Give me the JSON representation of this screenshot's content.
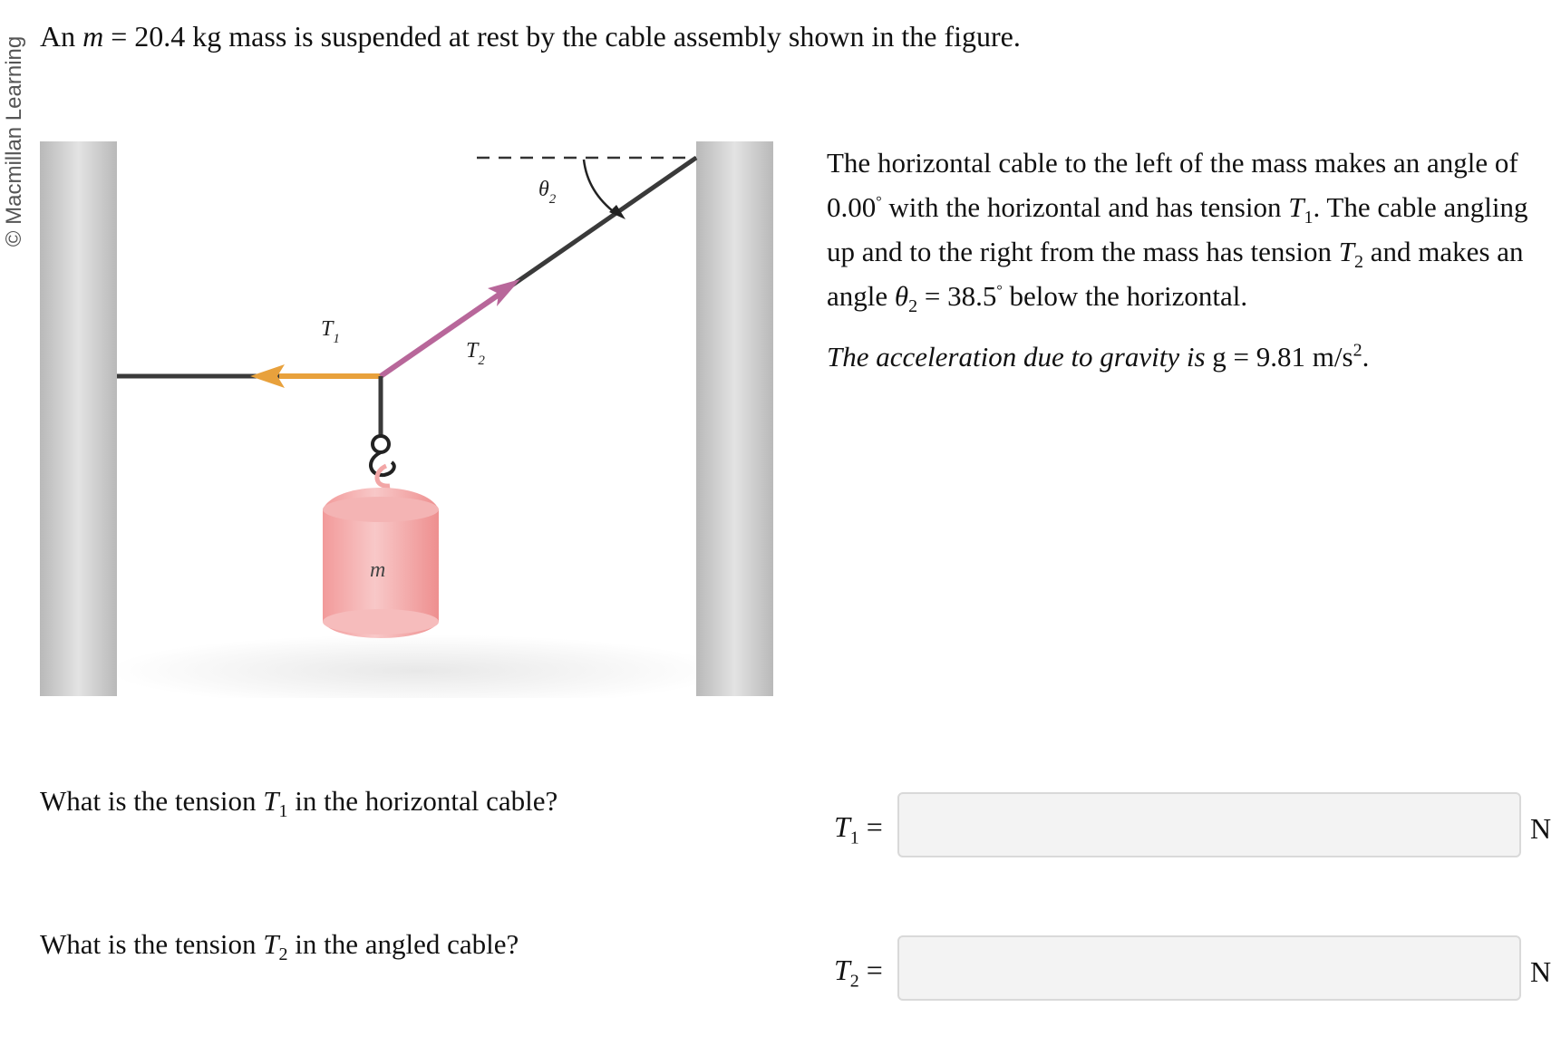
{
  "copyright": "© Macmillan Learning",
  "intro": {
    "prefix": "An",
    "mass_var": "m",
    "equals": " = ",
    "mass_value": "20.4",
    "rest": "kg mass is suspended at rest by the cable assembly shown in the figure."
  },
  "figure": {
    "label_t1": "T",
    "label_t1_sub": "1",
    "label_t2": "T",
    "label_t2_sub": "2",
    "label_theta": "θ",
    "label_theta_sub": "2",
    "label_mass": "m",
    "colors": {
      "wall": "#c4c4c4",
      "cable": "#3a3a3a",
      "t1_arrow": "#e8a13c",
      "t2_arrow": "#b8679a",
      "mass": "#f2a6a6"
    }
  },
  "description": {
    "p1_a": "The horizontal cable to the left of the mass makes an angle of",
    "angle1": "0.00",
    "p1_b": "with the horizontal and has tension",
    "t1": "T",
    "t1_sub": "1",
    "p1_c": ". The cable angling up and to the right from the mass has tension",
    "t2": "T",
    "t2_sub": "2",
    "p1_d": "and makes an angle",
    "theta": "θ",
    "theta_sub": "2",
    "equals": " = ",
    "angle2": "38.5",
    "p1_e": "below the horizontal.",
    "gravity_text": "The acceleration due to gravity is",
    "g_var": "g",
    "g_value": "9.81",
    "g_unit": "m/s",
    "g_exp": "2",
    "period": "."
  },
  "questions": [
    {
      "pre": "What is the tension",
      "var": "T",
      "sub": "1",
      "post": "in the horizontal cable?",
      "label": "T",
      "label_sub": "1",
      "eq": "=",
      "value": "",
      "unit": "N"
    },
    {
      "pre": "What is the tension",
      "var": "T",
      "sub": "2",
      "post": "in the angled cable?",
      "label": "T",
      "label_sub": "2",
      "eq": "=",
      "value": "",
      "unit": "N"
    }
  ]
}
